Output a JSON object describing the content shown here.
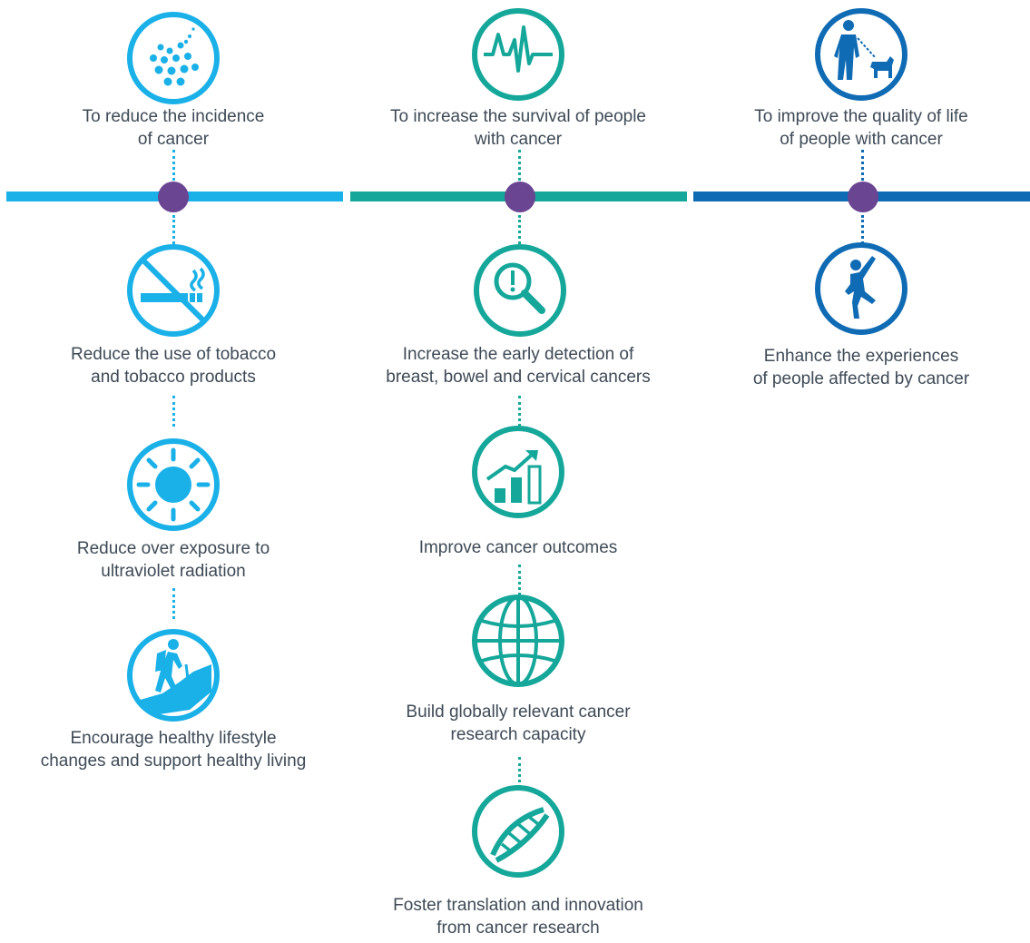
{
  "colors": {
    "light_blue": "#1ab0e8",
    "teal": "#14a79a",
    "dark_blue": "#0f6bb4",
    "node_purple": "#6a4592",
    "text": "#3e4a56"
  },
  "columns": [
    {
      "goal": {
        "icon": "particles-icon",
        "line1": "To reduce the incidence",
        "line2": "of cancer"
      },
      "items": [
        {
          "icon": "no-smoking-icon",
          "line1": "Reduce the use of tobacco",
          "line2": "and tobacco products"
        },
        {
          "icon": "sun-icon",
          "line1": "Reduce over exposure to",
          "line2": "ultraviolet radiation"
        },
        {
          "icon": "hiker-icon",
          "line1": "Encourage healthy lifestyle",
          "line2": "changes and support healthy living"
        }
      ]
    },
    {
      "goal": {
        "icon": "heartbeat-icon",
        "line1": "To increase the survival of people",
        "line2": "with cancer"
      },
      "items": [
        {
          "icon": "magnifier-icon",
          "line1": "Increase the early detection of",
          "line2": "breast, bowel and cervical cancers"
        },
        {
          "icon": "growth-chart-icon",
          "line1": "Improve cancer outcomes",
          "line2": ""
        },
        {
          "icon": "globe-icon",
          "line1": "Build globally relevant cancer",
          "line2": "research capacity"
        },
        {
          "icon": "dna-icon",
          "line1": "Foster translation and innovation",
          "line2": "from cancer research"
        }
      ]
    },
    {
      "goal": {
        "icon": "dog-walker-icon",
        "line1": "To improve the quality of life",
        "line2": "of people with cancer"
      },
      "items": [
        {
          "icon": "dancer-icon",
          "line1": "Enhance the experiences",
          "line2": "of people affected by cancer"
        }
      ]
    }
  ]
}
